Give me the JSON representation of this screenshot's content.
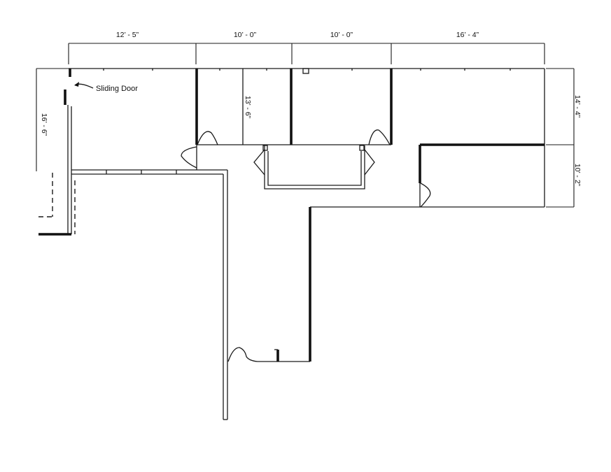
{
  "dimensions": {
    "top": [
      "12’ - 5”",
      "10’ - 0”",
      "10’ - 0”",
      "16’ - 4”"
    ],
    "room_depth": "13’ - 6”",
    "left": "16’ - 6”",
    "right_upper": "14’ - 4”",
    "right_lower": "10’ - 2”"
  },
  "labels": {
    "sliding_door": "Sliding Door"
  }
}
